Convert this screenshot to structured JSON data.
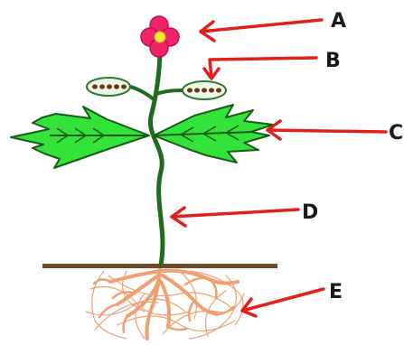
{
  "diagram": {
    "labels": {
      "a": "A",
      "b": "B",
      "c": "C",
      "d": "D",
      "e": "E"
    },
    "colors": {
      "arrow": "#e0201a",
      "stem": "#1f6b1f",
      "leaf_fill": "#33e33a",
      "leaf_outline": "#1a5a1a",
      "petal": "#f0246a",
      "flower_center": "#f7e733",
      "seed_pod_fill": "#eef6ea",
      "seed": "#6b3a12",
      "ground": "#6b4a2a",
      "roots": "#f0a070"
    }
  }
}
